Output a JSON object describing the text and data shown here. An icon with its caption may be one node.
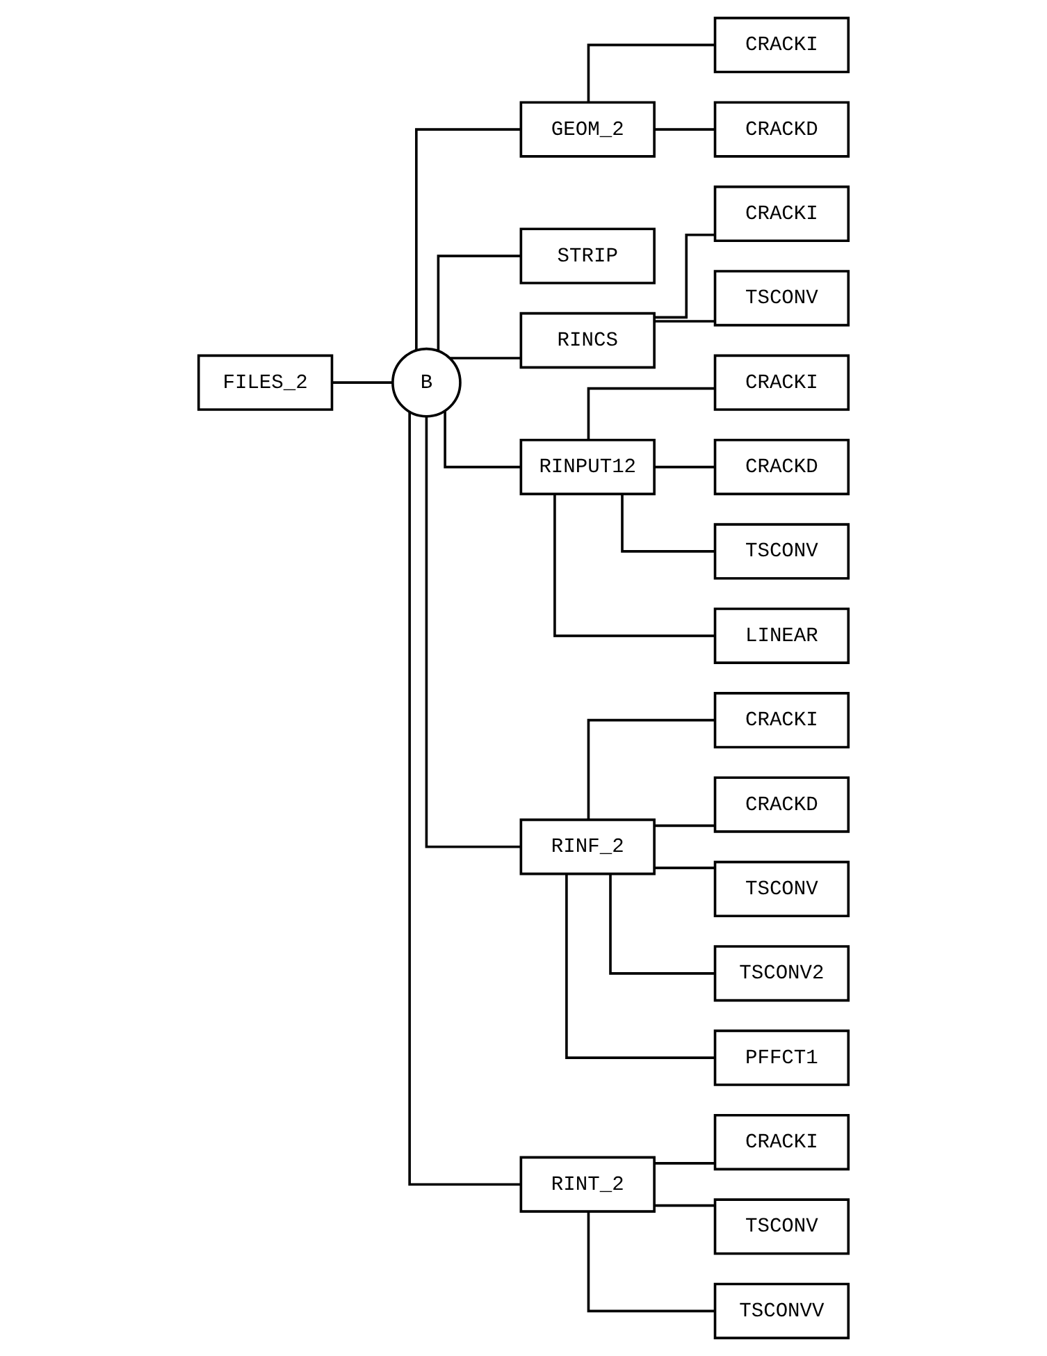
{
  "diagram": {
    "nodes": [
      {
        "text": [
          "FILES_2"
        ]
      },
      {
        "text": [
          "B"
        ]
      },
      {
        "text": [
          "GEOM_2"
        ]
      },
      {
        "text": [
          "CRACKI"
        ]
      },
      {
        "text": [
          "CRACKD"
        ]
      },
      {
        "text": [
          "STRIP"
        ]
      },
      {
        "text": [
          "RINCS"
        ]
      },
      {
        "text": [
          "CRACKI"
        ]
      },
      {
        "text": [
          "TSCONV"
        ]
      },
      {
        "text": [
          "RINPUT12"
        ]
      },
      {
        "text": [
          "CRACKI"
        ]
      },
      {
        "text": [
          "CRACKD"
        ]
      },
      {
        "text": [
          "TSCONV"
        ]
      },
      {
        "text": [
          "LINEAR"
        ]
      },
      {
        "text": [
          "RINF_2"
        ]
      },
      {
        "text": [
          "RINT_2"
        ]
      },
      {
        "text": [
          "CRACKI"
        ]
      },
      {
        "text": [
          "TSCONV"
        ]
      },
      {
        "text": [
          "TSCONVV"
        ]
      },
      {
        "text": [
          "CRACKI"
        ]
      },
      {
        "text": [
          "CRACKD"
        ]
      },
      {
        "text": [
          "TSCONV"
        ]
      },
      {
        "text": [
          "TSCONV2"
        ]
      },
      {
        "text": [
          "PFFCT1"
        ]
      }
    ],
    "edges": [
      {
        "from": 0,
        "to": 1,
        "arrow": "none"
      },
      {
        "from": 1,
        "to": 2,
        "arrow": "none"
      },
      {
        "from": 1,
        "to": 5,
        "arrow": "none"
      },
      {
        "from": 1,
        "to": 6,
        "arrow": "none"
      },
      {
        "from": 1,
        "to": 9,
        "arrow": "none"
      },
      {
        "from": 1,
        "to": 14,
        "arrow": "none"
      },
      {
        "from": 1,
        "to": 15,
        "arrow": "none"
      },
      {
        "from": 2,
        "to": 3,
        "arrow": "none"
      },
      {
        "from": 2,
        "to": 4,
        "arrow": "none"
      },
      {
        "from": 6,
        "to": 7,
        "arrow": "none"
      },
      {
        "from": 6,
        "to": 8,
        "arrow": "none"
      },
      {
        "from": 9,
        "to": 10,
        "arrow": "none"
      },
      {
        "from": 9,
        "to": 11,
        "arrow": "none"
      },
      {
        "from": 9,
        "to": 12,
        "arrow": "none"
      },
      {
        "from": 9,
        "to": 13,
        "arrow": "none"
      },
      {
        "from": 14,
        "to": 19,
        "arrow": "none"
      },
      {
        "from": 14,
        "to": 20,
        "arrow": "none"
      },
      {
        "from": 14,
        "to": 21,
        "arrow": "none"
      },
      {
        "from": 14,
        "to": 22,
        "arrow": "none"
      },
      {
        "from": 14,
        "to": 23,
        "arrow": "none"
      },
      {
        "from": 15,
        "to": 16,
        "arrow": "none"
      },
      {
        "from": 15,
        "to": 17,
        "arrow": "none"
      },
      {
        "from": 15,
        "to": 18,
        "arrow": "none"
      }
    ]
  }
}
